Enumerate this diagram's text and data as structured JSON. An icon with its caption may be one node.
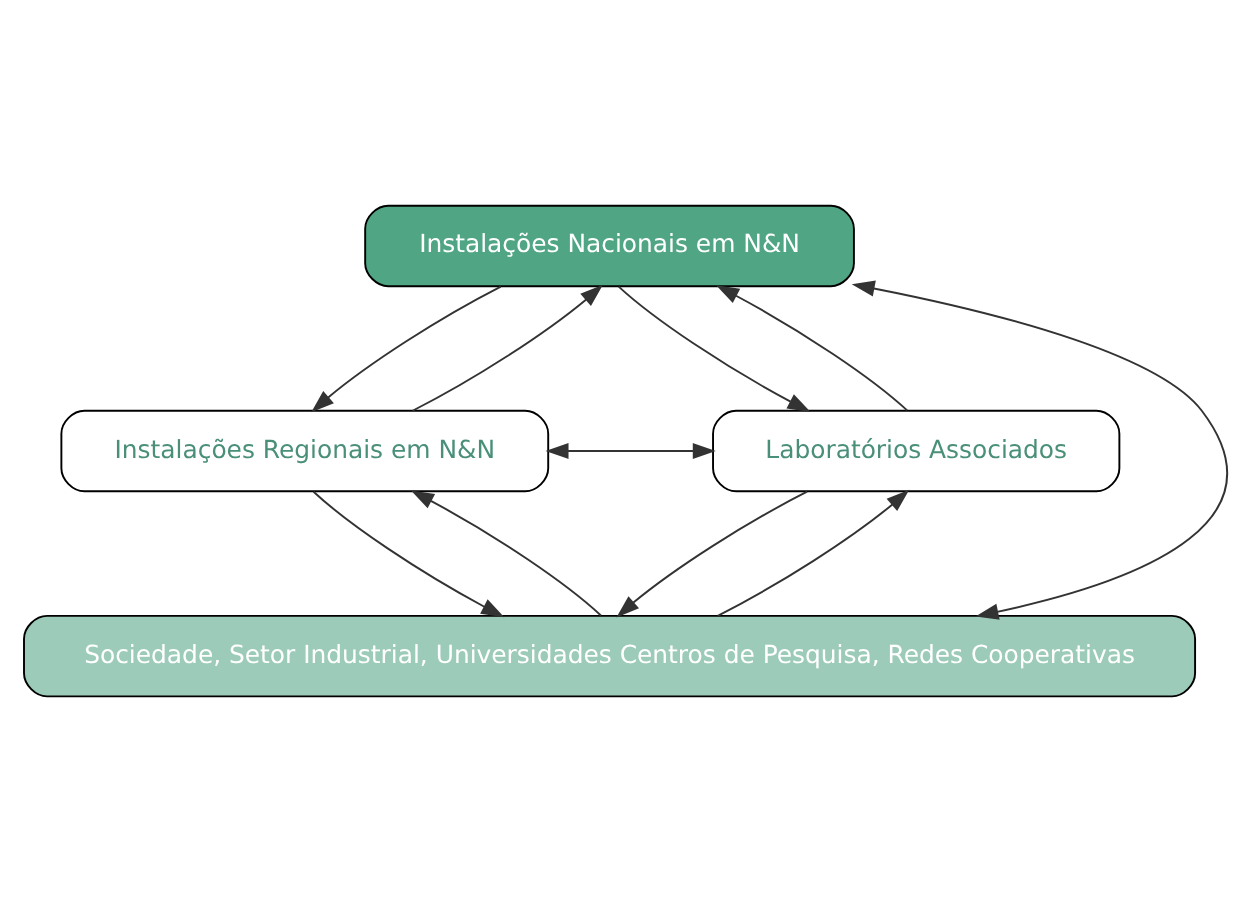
{
  "diagram": {
    "nodes": [
      {
        "text": [
          "Instalações Nacionais em N&N"
        ]
      },
      {
        "text": [
          "Instalações Regionais em N&N"
        ]
      },
      {
        "text": [
          "Laboratórios Associados"
        ]
      },
      {
        "text": [
          "Sociedade, Setor Industrial, Universidades Centros de Pesquisa, Redes Cooperativas"
        ]
      }
    ],
    "edges": [
      {
        "from": 0,
        "to": 1,
        "arrow": "to"
      },
      {
        "from": 1,
        "to": 0,
        "arrow": "to"
      },
      {
        "from": 2,
        "to": 0,
        "arrow": "to"
      },
      {
        "from": 0,
        "to": 2,
        "arrow": "to"
      },
      {
        "from": 1,
        "to": 2,
        "arrow": "both"
      },
      {
        "from": 0,
        "to": 3,
        "arrow": "both"
      },
      {
        "from": 3,
        "to": 1,
        "arrow": "to"
      },
      {
        "from": 1,
        "to": 3,
        "arrow": "to"
      },
      {
        "from": 3,
        "to": 2,
        "arrow": "to"
      },
      {
        "from": 2,
        "to": 3,
        "arrow": "to"
      }
    ]
  }
}
